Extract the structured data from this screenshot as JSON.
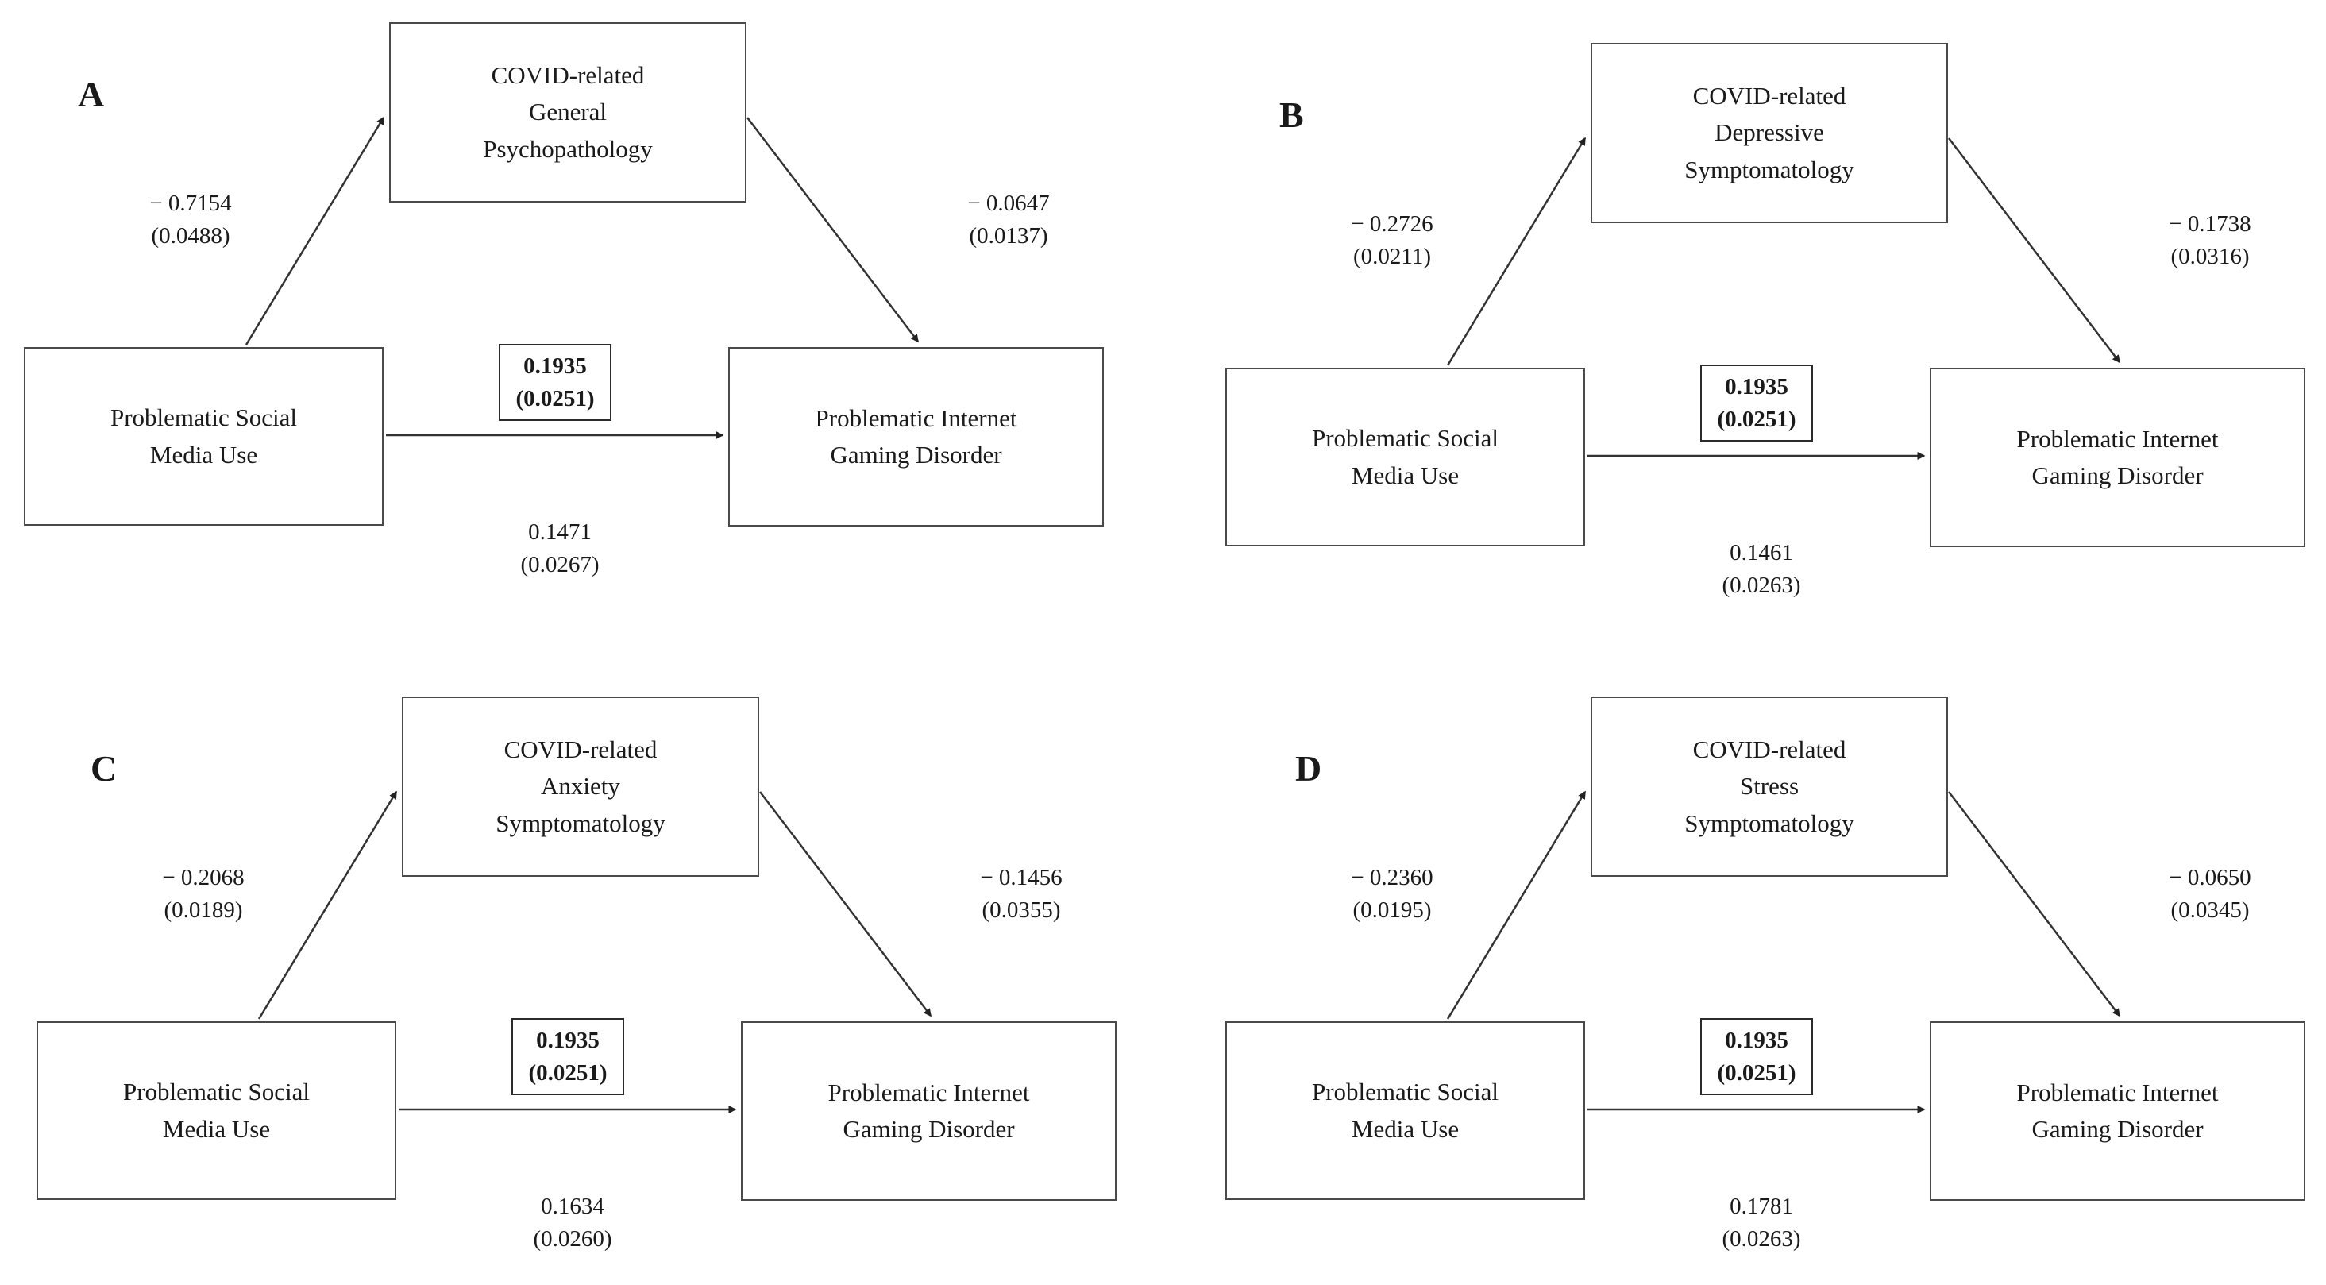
{
  "figure": {
    "background_color": "#ffffff",
    "box_border_color": "#4a4a4a",
    "arrow_color": "#333333",
    "text_color": "#1a1a1a"
  },
  "panels": [
    {
      "letter": "A",
      "mediator": "COVID-related\nGeneral\nPsychopathology",
      "predictor": "Problematic Social\nMedia Use",
      "outcome": "Problematic Internet\nGaming Disorder",
      "a_path": "− 0.7154\n(0.0488)",
      "b_path": "− 0.0647\n(0.0137)",
      "direct_effect": "0.1935\n(0.0251)",
      "total_effect": "0.1471\n(0.0267)"
    },
    {
      "letter": "B",
      "mediator": "COVID-related\nDepressive\nSymptomatology",
      "predictor": "Problematic Social\nMedia Use",
      "outcome": "Problematic Internet\nGaming Disorder",
      "a_path": "− 0.2726\n(0.0211)",
      "b_path": "− 0.1738\n(0.0316)",
      "direct_effect": "0.1935\n(0.0251)",
      "total_effect": "0.1461\n(0.0263)"
    },
    {
      "letter": "C",
      "mediator": "COVID-related\nAnxiety\nSymptomatology",
      "predictor": "Problematic Social\nMedia Use",
      "outcome": "Problematic Internet\nGaming Disorder",
      "a_path": "− 0.2068\n(0.0189)",
      "b_path": "− 0.1456\n(0.0355)",
      "direct_effect": "0.1935\n(0.0251)",
      "total_effect": "0.1634\n(0.0260)"
    },
    {
      "letter": "D",
      "mediator": "COVID-related\nStress\nSymptomatology",
      "predictor": "Problematic Social\nMedia Use",
      "outcome": "Problematic Internet\nGaming Disorder",
      "a_path": "− 0.2360\n(0.0195)",
      "b_path": "− 0.0650\n(0.0345)",
      "direct_effect": "0.1935\n(0.0251)",
      "total_effect": "0.1781\n(0.0263)"
    }
  ]
}
